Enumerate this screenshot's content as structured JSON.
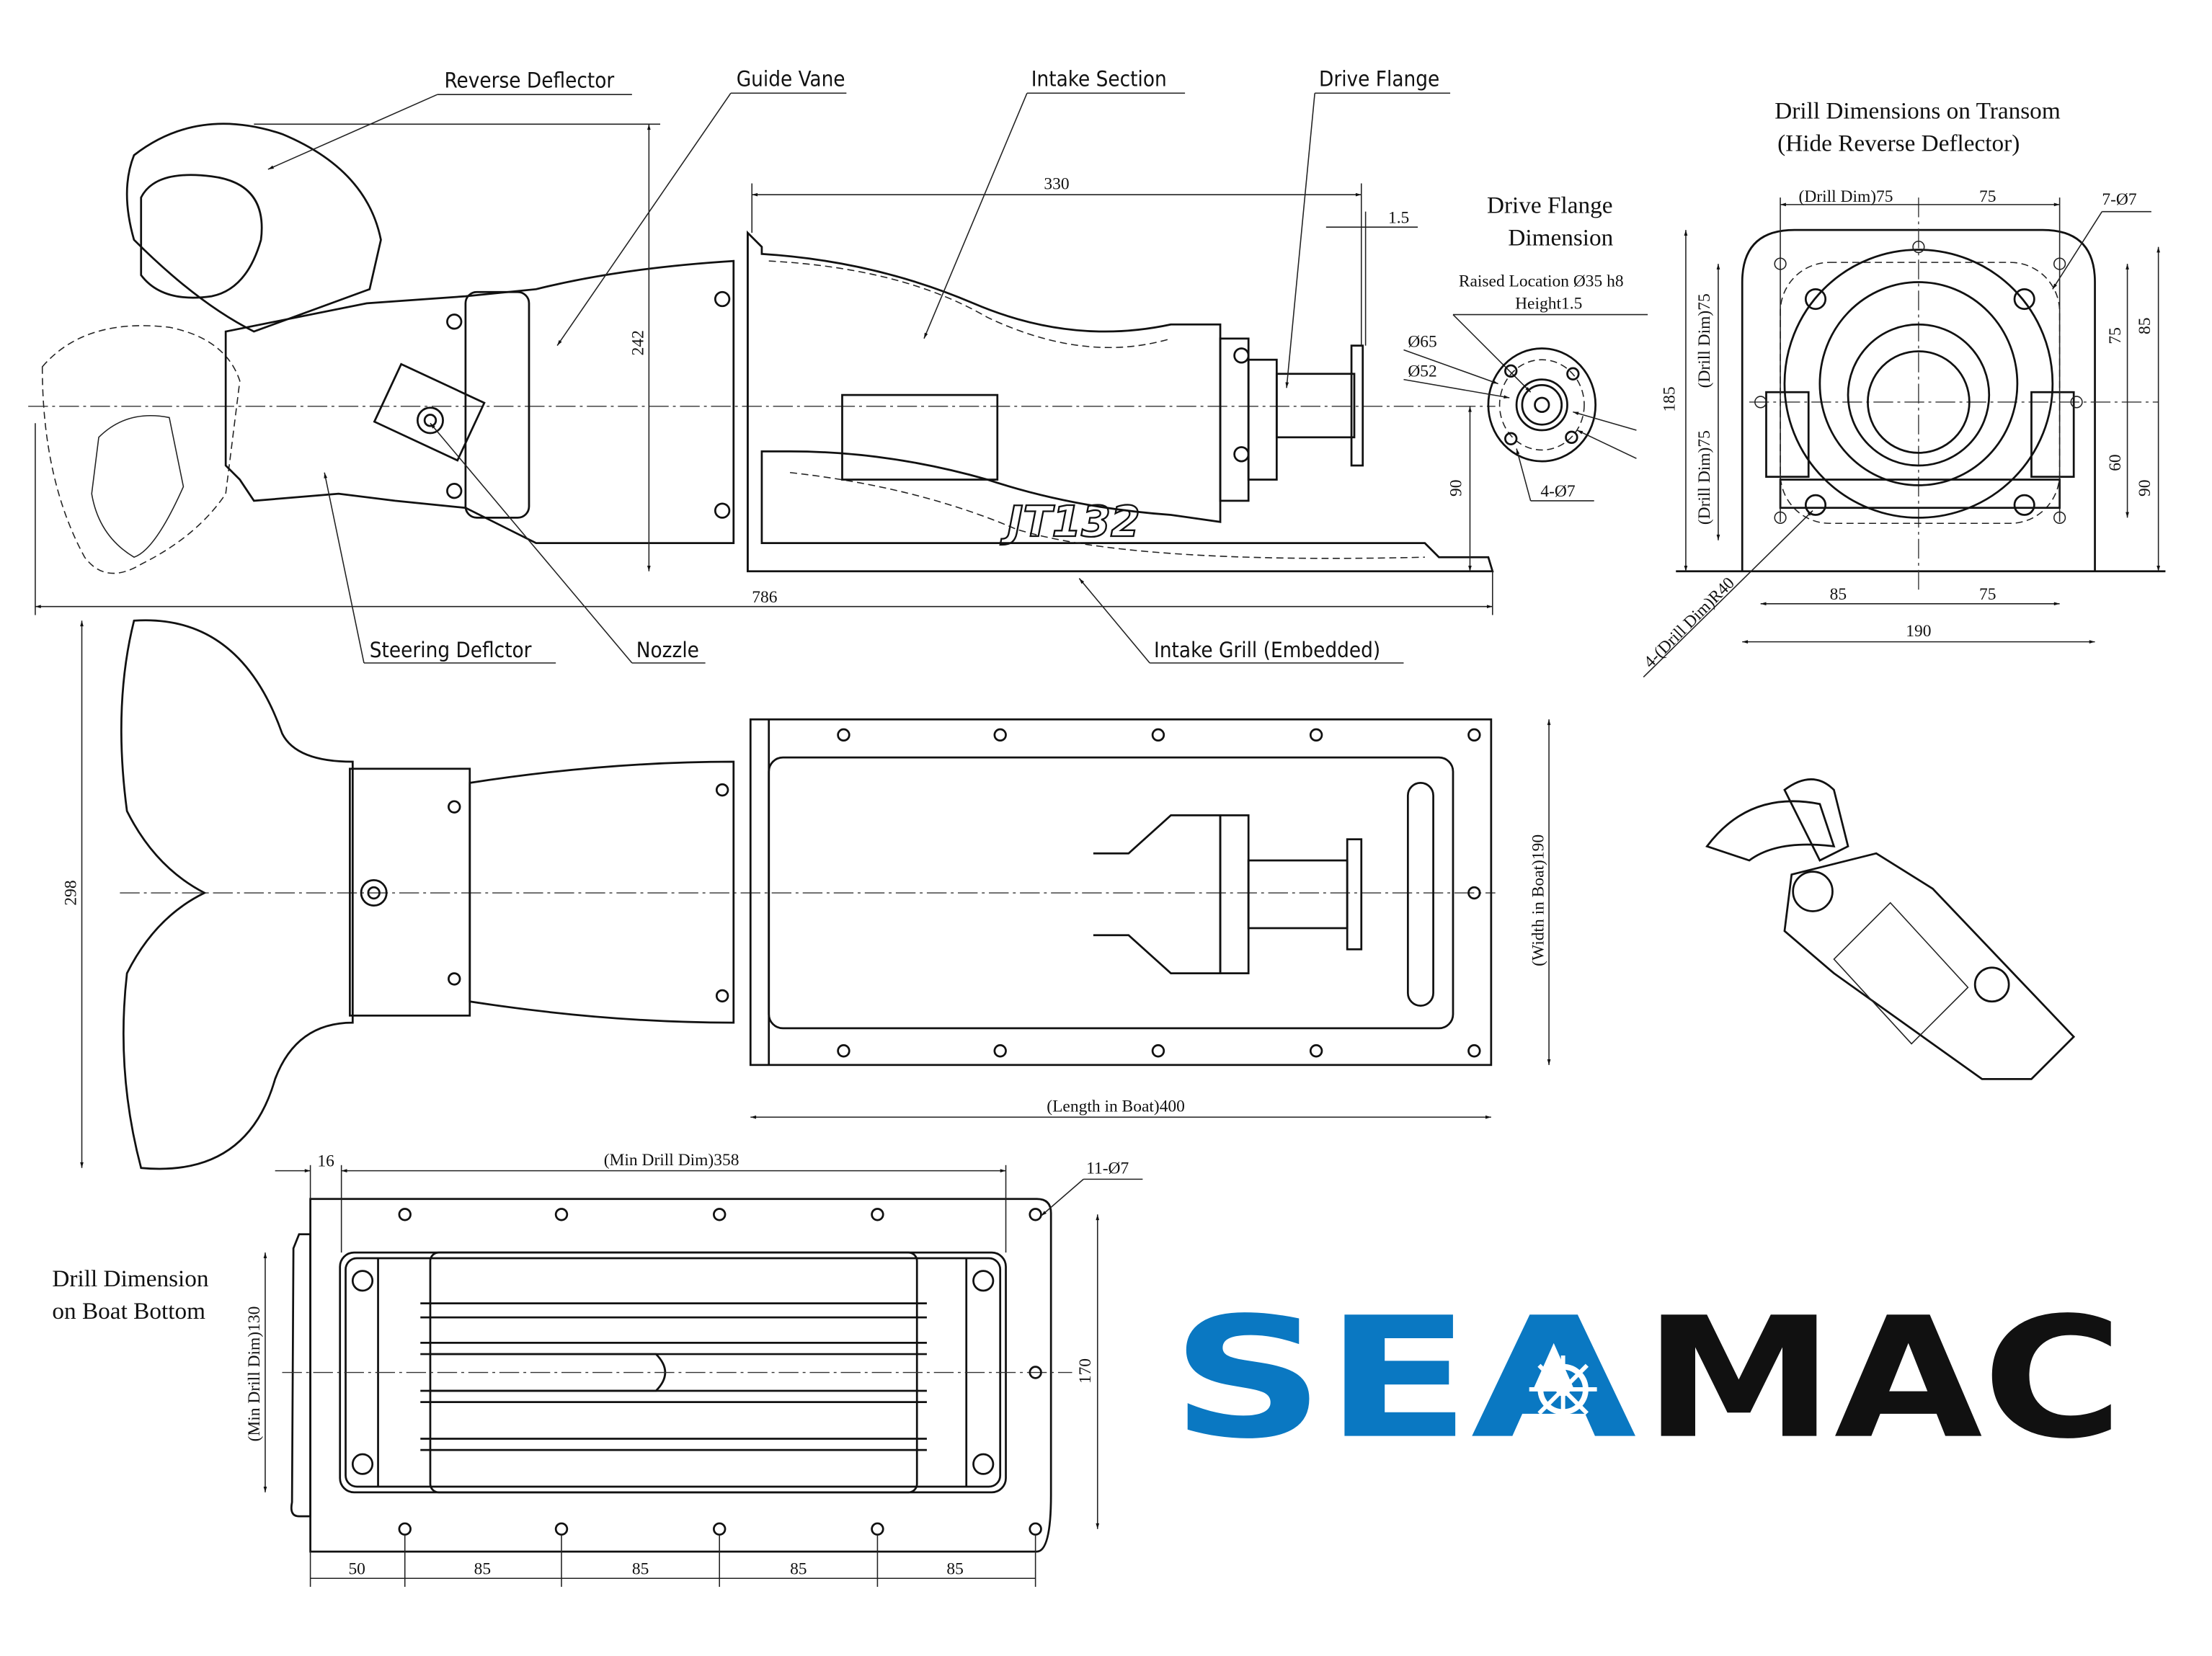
{
  "side_view": {
    "labels": {
      "reverse_deflector": "Reverse Deflector",
      "guide_vane": "Guide Vane",
      "intake_section": "Intake Section",
      "drive_flange": "Drive Flange",
      "steering_deflector": "Steering Deflctor",
      "nozzle": "Nozzle",
      "intake_grill": "Intake Grill (Embedded)"
    },
    "model_mark": "JT132",
    "dims": {
      "length_330": "330",
      "flange_1_5": "1.5",
      "height_242": "242",
      "height_90": "90",
      "total_786": "786"
    }
  },
  "drive_flange_dimension": {
    "title_line1": "Drive Flange",
    "title_line2": "Dimension",
    "raised_location": "Raised Location  Ø35 h8",
    "height": "Height1.5",
    "dia_65": "Ø65",
    "dia_52": "Ø52",
    "holes": "4-Ø7"
  },
  "transom": {
    "title_line1": "Drill Dimensions on Transom",
    "title_line2": "(Hide Reverse Deflector)",
    "dims": {
      "top_left": "(Drill Dim)75",
      "top_right": "75",
      "holes": "7-Ø7",
      "left_upper": "(Drill Dim)75",
      "left_lower": "(Drill Dim)75",
      "height_185": "185",
      "right_75": "75",
      "right_85": "85",
      "right_60": "60",
      "right_90": "90",
      "bottom_85": "85",
      "bottom_75": "75",
      "width_190": "190",
      "radius": "4-(Drill Dim)R40"
    }
  },
  "top_view": {
    "dims": {
      "height_298": "298",
      "width_in_boat": "(Width in Boat)190",
      "length_in_boat": "(Length in Boat)400"
    }
  },
  "bottom_drill": {
    "title_line1": "Drill Dimension",
    "title_line2": "on Boat Bottom",
    "dims": {
      "offset_16": "16",
      "min_358": "(Min Drill Dim)358",
      "holes": "11-Ø7",
      "min_130": "(Min Drill Dim)130",
      "height_170": "170",
      "spacing": [
        "50",
        "85",
        "85",
        "85",
        "85"
      ]
    }
  },
  "logo": {
    "part1": "SEA",
    "part2": "MAC",
    "blue": "#0a78c2",
    "black": "#111111"
  }
}
